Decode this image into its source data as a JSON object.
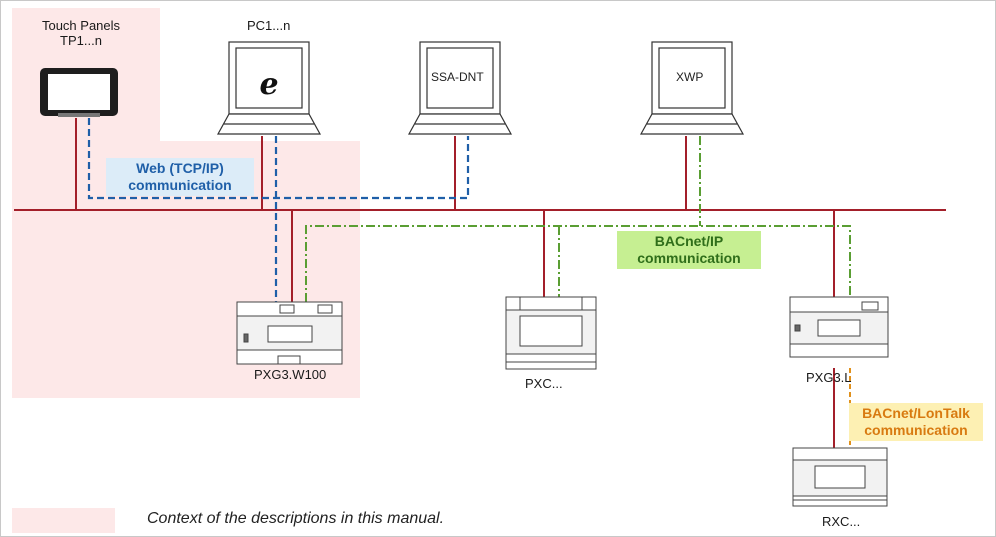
{
  "devices": {
    "touch_panels": {
      "line1": "Touch Panels",
      "line2": "TP1...n"
    },
    "pc": {
      "label": "PC1...n"
    },
    "ssa": {
      "screen_text": "SSA-DNT"
    },
    "xwp": {
      "screen_text": "XWP"
    },
    "pxg3w100": {
      "label": "PXG3.W100"
    },
    "pxc": {
      "label": "PXC..."
    },
    "pxg3l": {
      "label": "PXG3.L"
    },
    "rxc": {
      "label": "RXC..."
    }
  },
  "communications": {
    "web": {
      "line1": "Web (TCP/IP)",
      "line2": "communication",
      "color": "#1f5fa8",
      "bg": "#dcecf8"
    },
    "bacnet_ip": {
      "line1": "BACnet/IP",
      "line2": "communication",
      "color": "#2f6e1a",
      "bg": "#c6ef92"
    },
    "bacnet_lontalk": {
      "line1": "BACnet/LonTalk",
      "line2": "communication",
      "color": "#d87a10",
      "bg": "#fdf0b3"
    }
  },
  "legend": {
    "text": "Context of the descriptions in this manual."
  },
  "colors": {
    "bus": "#a31f2a",
    "context_bg": "#fde8e8",
    "ie_icon": "#111111"
  }
}
